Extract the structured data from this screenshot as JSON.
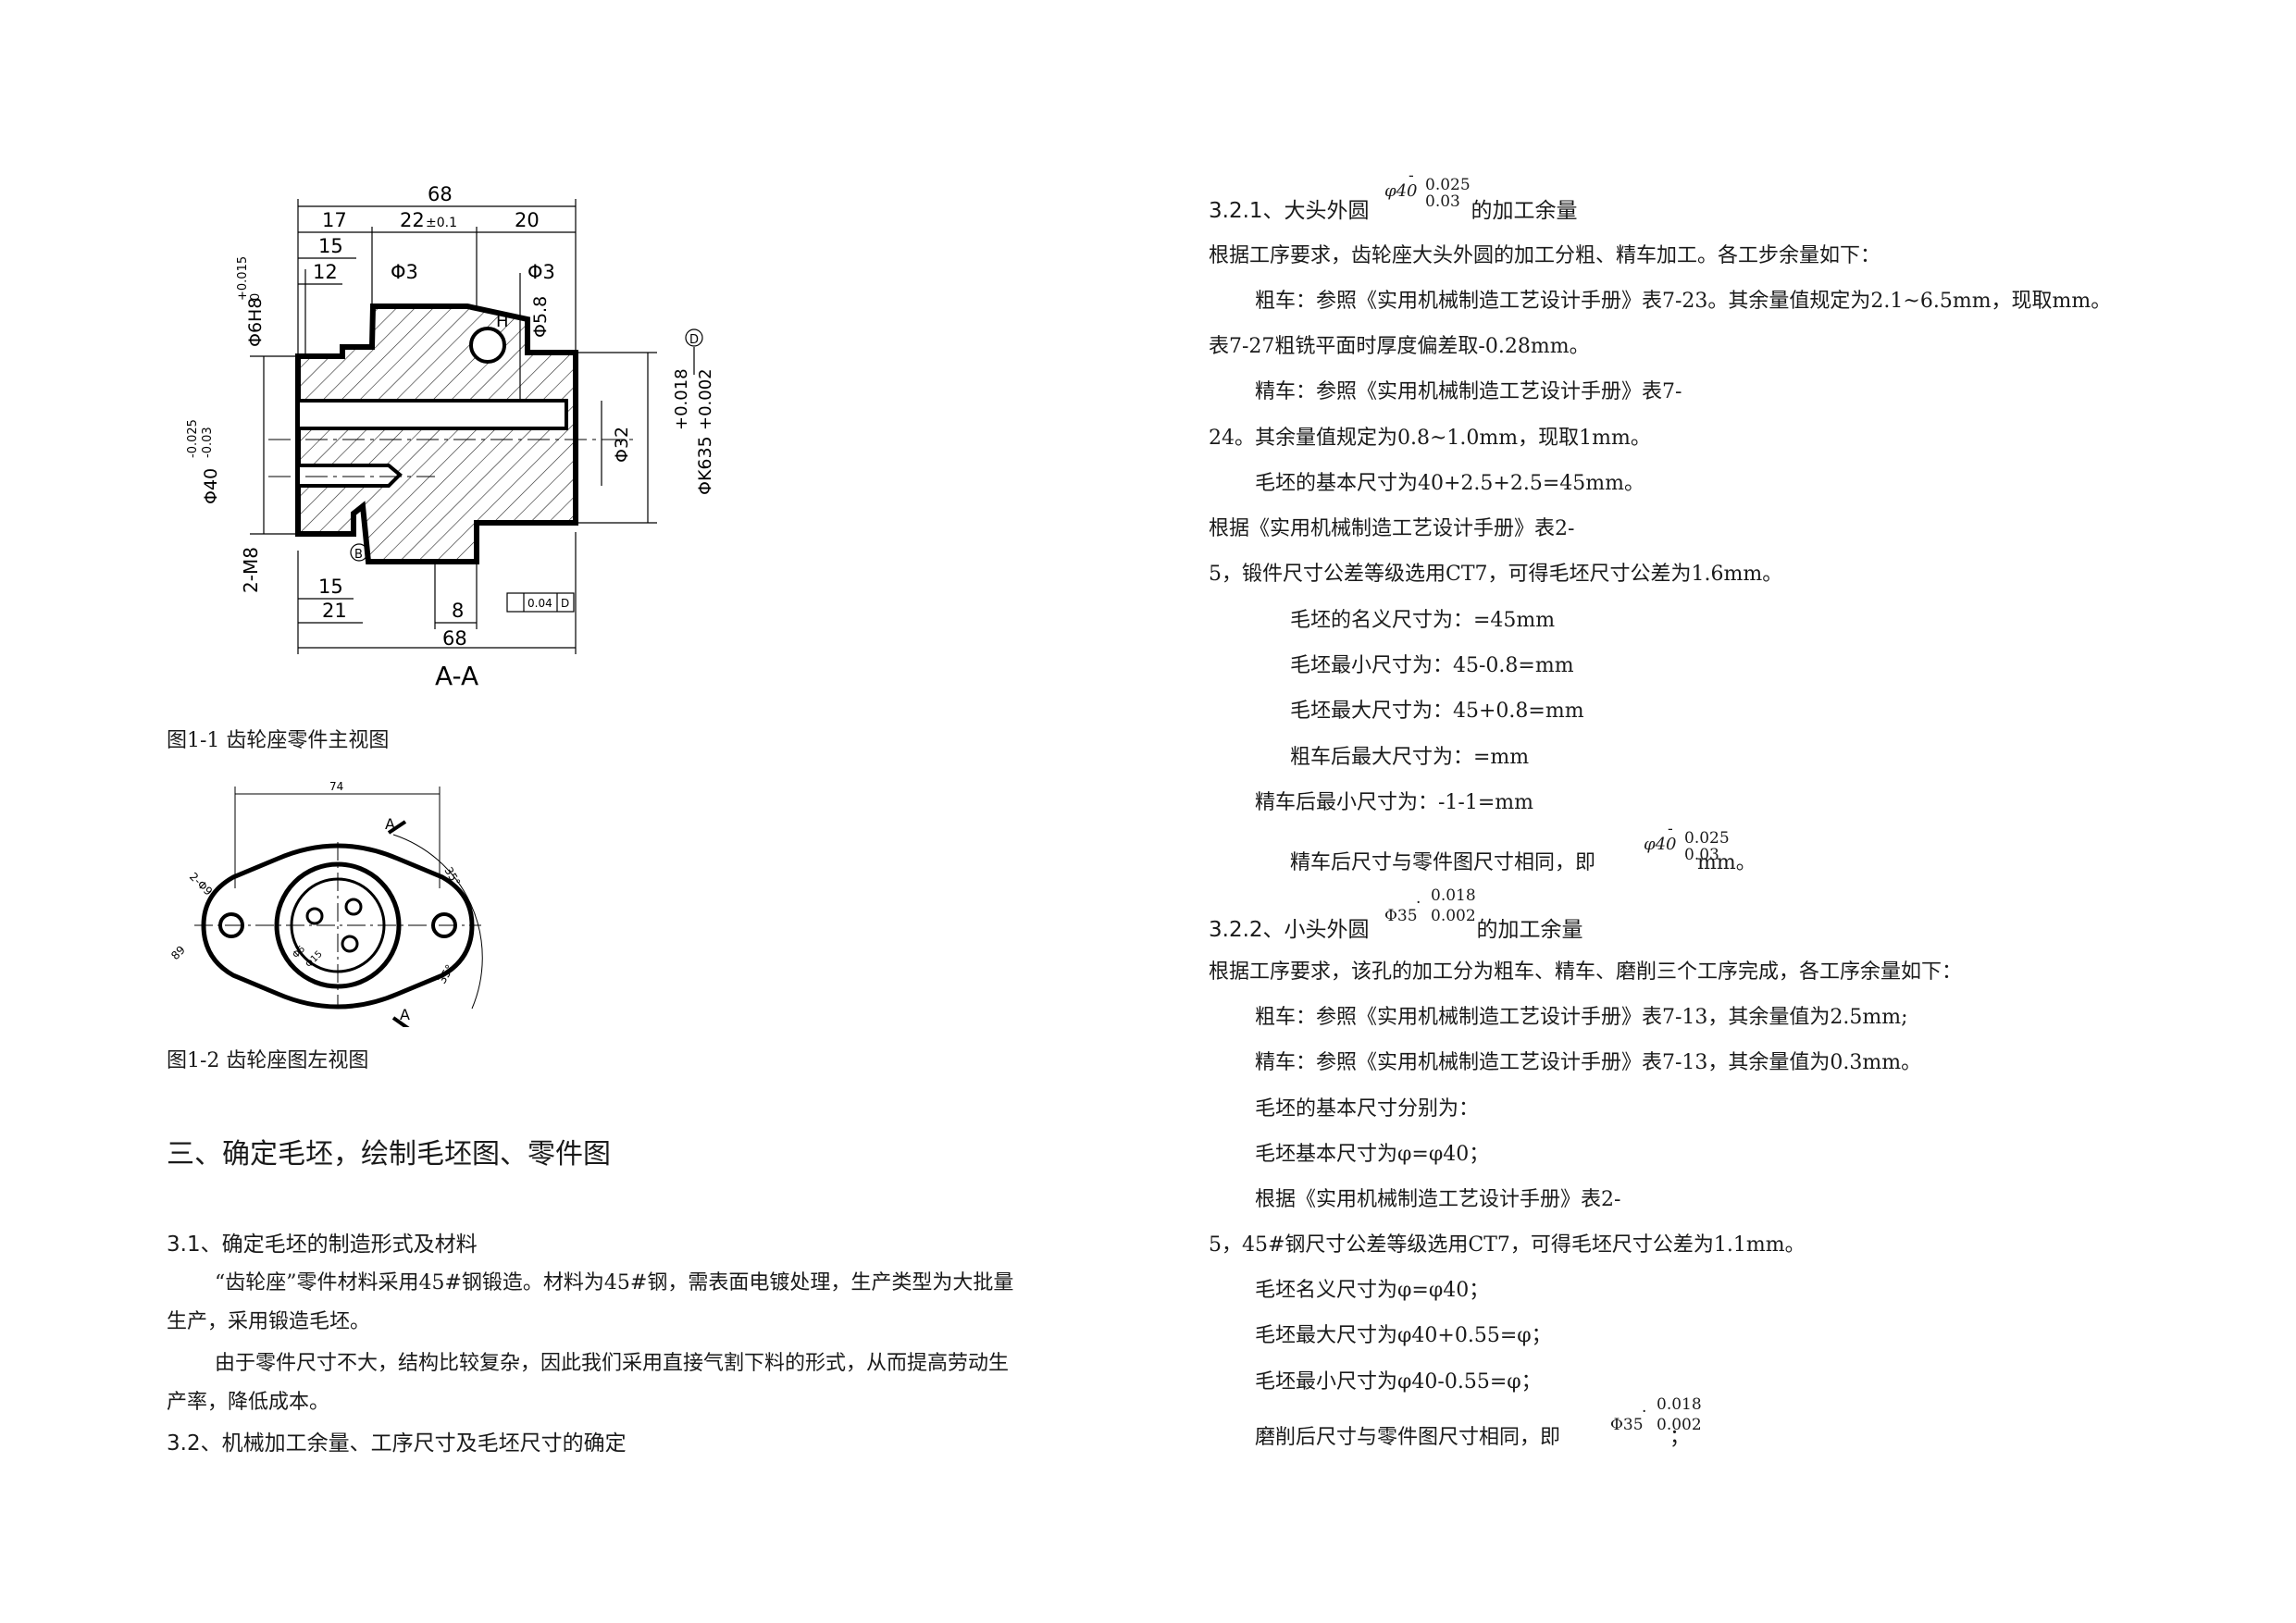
{
  "figure1": {
    "caption": "图1-1 齿轮座零件主视图",
    "dims": {
      "top_total": "68",
      "d17": "17",
      "d22": "22",
      "d22_tol": "±0.1",
      "d20": "20",
      "d15": "15",
      "d12": "12",
      "phi3_left": "Φ3",
      "phi3_right": "Φ3",
      "phi6": "Φ6H8",
      "phi6_tol_up": "+0.015",
      "phi6_tol_low": "0",
      "phi40": "Φ40",
      "phi40_tol_up": "-0.025",
      "phi40_tol_low": "-0.03",
      "phi5_8": "Φ5.8",
      "phi32": "Φ32",
      "phik63": "ΦK635",
      "phik63_tol": "+0.018",
      "phik63_tol2": "+0.002",
      "m8": "2-M8",
      "b15": "15",
      "b21": "21",
      "b8": "8",
      "b68": "68",
      "section": "A-A",
      "datum_d": "D",
      "datum_b": "B",
      "flatness": "0.04",
      "flatness_ref": "D",
      "letter_h": "H"
    }
  },
  "figure2": {
    "caption": "图1-2 齿轮座图左视图",
    "dims": {
      "w74": "74",
      "r2": "2-Φ9",
      "d89": "89",
      "a1": "35°",
      "a2": "35°",
      "sec_a1": "A",
      "sec_a2": "A",
      "small1": "Φ5",
      "small2": "Φ15"
    }
  },
  "left": {
    "heading3": "三、确定毛坯，绘制毛坯图、零件图",
    "h31": "3.1、确定毛坯的制造形式及材料",
    "p1a": "“齿轮座”零件材料采用45#钢锻造。材料为45#钢，需表面电镀处理，生产类型为大批量",
    "p1b": "生产，采用锻造毛坯。",
    "p2a": "由于零件尺寸不大，结构比较复杂，因此我们采用直接气割下料的形式，从而提高劳动生",
    "p2b": "产率，降低成本。",
    "h32": "3.2、机械加工余量、工序尺寸及毛坯尺寸的确定"
  },
  "right": {
    "h321_pre": "3.2.1、大头外圆",
    "h321_post": "的加工余量",
    "tol40_sym": "φ40",
    "tol40_up": "0.025",
    "tol40_low": "0.03",
    "tol40_dash": "-",
    "l1": "根据工序要求，齿轮座大头外圆的加工分粗、精车加工。各工步余量如下：",
    "l2": "粗车：参照《实用机械制造工艺设计手册》表7-23。其余量值规定为2.1~6.5mm，现取mm。",
    "l3": "表7-27粗铣平面时厚度偏差取-0.28mm。",
    "l4": "精车：参照《实用机械制造工艺设计手册》表7-",
    "l5": "24。其余量值规定为0.8~1.0mm，现取1mm。",
    "l6": "毛坯的基本尺寸为40+2.5+2.5=45mm。",
    "l7": "根据《实用机械制造工艺设计手册》表2-",
    "l8": "5，锻件尺寸公差等级选用CT7，可得毛坯尺寸公差为1.6mm。",
    "l9": "毛坯的名义尺寸为：=45mm",
    "l10": "毛坯最小尺寸为：45-0.8=mm",
    "l11": "毛坯最大尺寸为：45+0.8=mm",
    "l12": "粗车后最大尺寸为：=mm",
    "l13": "精车后最小尺寸为：-1-1=mm",
    "l14_pre": "精车后尺寸与零件图尺寸相同，即",
    "l14_post": "mm。",
    "h322_pre": "3.2.2、小头外圆",
    "h322_post": "的加工余量",
    "tol35_sym": "Φ35",
    "tol35_up": "0.018",
    "tol35_low": "0.002",
    "tol35_dot": "·",
    "m1": "根据工序要求，该孔的加工分为粗车、精车、磨削三个工序完成，各工序余量如下：",
    "m2": "粗车：参照《实用机械制造工艺设计手册》表7-13，其余量值为2.5mm;",
    "m3": "精车：参照《实用机械制造工艺设计手册》表7-13，其余量值为0.3mm。",
    "m4": "毛坯的基本尺寸分别为：",
    "m5": "毛坯基本尺寸为φ=φ40；",
    "m6": "根据《实用机械制造工艺设计手册》表2-",
    "m7": "5，45#钢尺寸公差等级选用CT7，可得毛坯尺寸公差为1.1mm。",
    "m8": "毛坯名义尺寸为φ=φ40；",
    "m9": "毛坯最大尺寸为φ40+0.55=φ；",
    "m10": "毛坯最小尺寸为φ40-0.55=φ；",
    "m11_pre": "磨削后尺寸与零件图尺寸相同，即",
    "m11_post": "；"
  }
}
